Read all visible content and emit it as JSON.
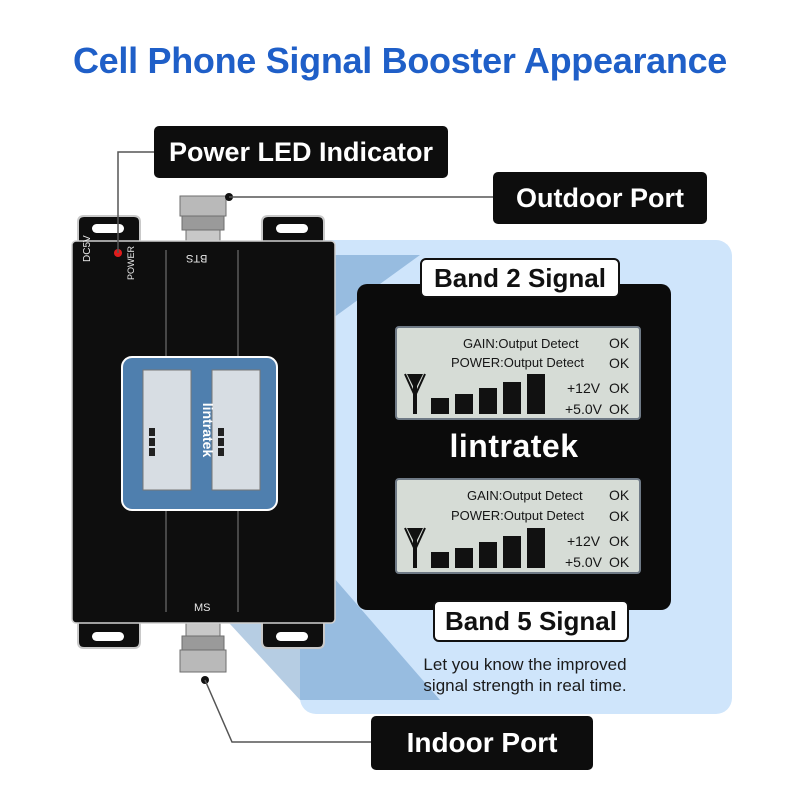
{
  "title": "Cell Phone Signal Booster Appearance",
  "callouts": {
    "power_led": "Power LED Indicator",
    "outdoor_port": "Outdoor Port",
    "indoor_port": "Indoor Port"
  },
  "bands": {
    "top_label": "Band 2 Signal",
    "bottom_label": "Band 5 Signal"
  },
  "lcd": {
    "gain": "GAIN:Output Detect",
    "power": "POWER:Output Detect",
    "v12": "+12V",
    "v5": "+5.0V",
    "ok": "OK"
  },
  "brand": "lintratek",
  "caption_line1": "Let you know the improved",
  "caption_line2": "signal strength in real time.",
  "device": {
    "dc_label": "DC5V",
    "power_label": "POWER",
    "bts_label": "BTS",
    "ms_label": "MS"
  },
  "colors": {
    "title": "#1f5fc8",
    "panel": "#cfe5fb",
    "led": "#e01b1b",
    "lcd": "#d6dcd6"
  }
}
